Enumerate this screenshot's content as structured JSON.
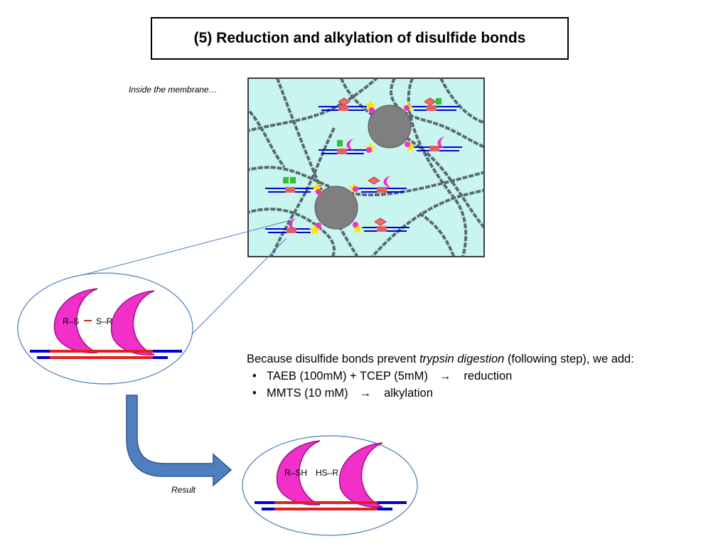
{
  "title": "(5) Reduction and alkylation of disulfide bonds",
  "caption_inside": "Inside the membrane…",
  "caption_result": "Result",
  "note": {
    "intro_before": "Because disulfide bonds prevent ",
    "intro_italic": "trypsin digestion",
    "intro_after": " (following step), we add:",
    "bullets": [
      {
        "reagent": "TAEB (100mM) + TCEP (5mM)",
        "arrow": "→",
        "effect": "reduction"
      },
      {
        "reagent": "MMTS (10 mM)",
        "arrow": "→",
        "effect": "alkylation"
      }
    ],
    "bullet_char": "•"
  },
  "zoom_labels": {
    "left": "R–S",
    "right": "S–R"
  },
  "result_labels": {
    "left": "R–SH",
    "right": "HS–R"
  },
  "colors": {
    "membrane_bg": "#c9f5f0",
    "fiber": "#4d5a66",
    "bead": "#7f7f7f",
    "strand_blue": "#0000d0",
    "strand_red": "#e02020",
    "crescent": "#f030c8",
    "star": "#ffe000",
    "diamond": "#f06a6a",
    "green": "#30c030",
    "arrow_fill": "#4f7fbf"
  }
}
